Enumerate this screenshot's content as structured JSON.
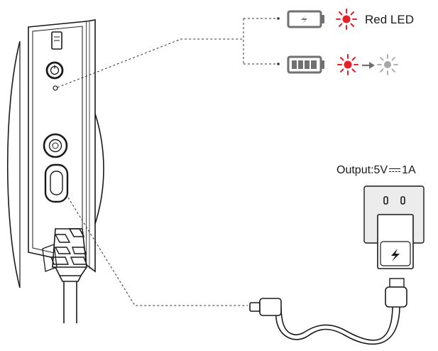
{
  "labels": {
    "red_led": "Red LED",
    "output_prefix": "Output:5V",
    "output_suffix": "1A"
  },
  "icons": {
    "charging_battery": "battery-charging-icon",
    "full_battery": "battery-full-icon",
    "led_on": "led-on-icon",
    "led_off": "led-off-icon",
    "arrow": "arrow-right-icon",
    "lightning": "lightning-icon"
  },
  "colors": {
    "led_red": "#e8202a",
    "led_off": "#a7a7a7",
    "stroke": "#1a1a1a",
    "battery_gray": "#707070",
    "adapter_fill": "#e6e6e6"
  }
}
